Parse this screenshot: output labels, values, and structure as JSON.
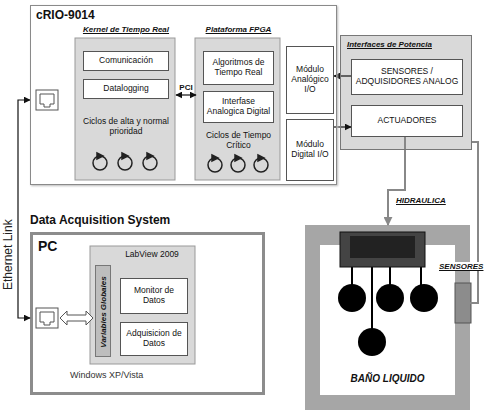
{
  "diagram": {
    "nodes": [
      {
        "text": [
          "cRIO-9014"
        ]
      },
      {
        "text": [
          "Kernel de Tiempo Real",
          "Ciclos de alta y normal prioridad"
        ],
        "in": 0
      },
      {
        "text": [
          "Comunicación"
        ],
        "in": 1
      },
      {
        "text": [
          "Datalogging"
        ],
        "in": 1
      },
      {
        "text": [
          "Plataforma FPGA",
          "Ciclos de Tiempo Crítico"
        ],
        "in": 0
      },
      {
        "text": [
          "Algoritmos de Tiempo Real"
        ],
        "in": 4
      },
      {
        "text": [
          "Interfase Analogica Digital"
        ],
        "in": 4
      },
      {
        "text": [
          "Módulo Analógico I/O"
        ],
        "in": 0
      },
      {
        "text": [
          "Módulo Digital I/O"
        ],
        "in": 0
      },
      {
        "text": [
          "Interfaces de Potencia"
        ]
      },
      {
        "text": [
          "SENSORES / ADQUISIDORES ANALOG"
        ],
        "in": 9
      },
      {
        "text": [
          "ACTUADORES"
        ],
        "in": 9
      },
      {
        "text": [
          "Data Acquisition System",
          "PC",
          "Windows XP/Vista"
        ]
      },
      {
        "text": [
          "LabView 2009"
        ],
        "in": 12
      },
      {
        "text": [
          "Variables Globales"
        ],
        "in": 13
      },
      {
        "text": [
          "Monitor de Datos"
        ],
        "in": 13
      },
      {
        "text": [
          "Adquisicion de Datos"
        ],
        "in": 13
      },
      {
        "text": [
          "BAÑO LIQUIDO"
        ]
      }
    ],
    "edges": [
      {
        "from": 1,
        "to": 4,
        "arrow": "both",
        "label": "PCI"
      },
      {
        "from": 10,
        "to": 7,
        "arrow": "to"
      },
      {
        "from": 8,
        "to": 11,
        "arrow": "to"
      },
      {
        "from": 11,
        "to": 17,
        "arrow": "to"
      },
      {
        "from": 0,
        "to": 12,
        "arrow": "both"
      },
      {
        "from": 17,
        "to": 9,
        "arrow": "none"
      }
    ],
    "labels": [
      "Ethernet Link",
      "HIDRAULICA",
      "SENSORES"
    ]
  }
}
